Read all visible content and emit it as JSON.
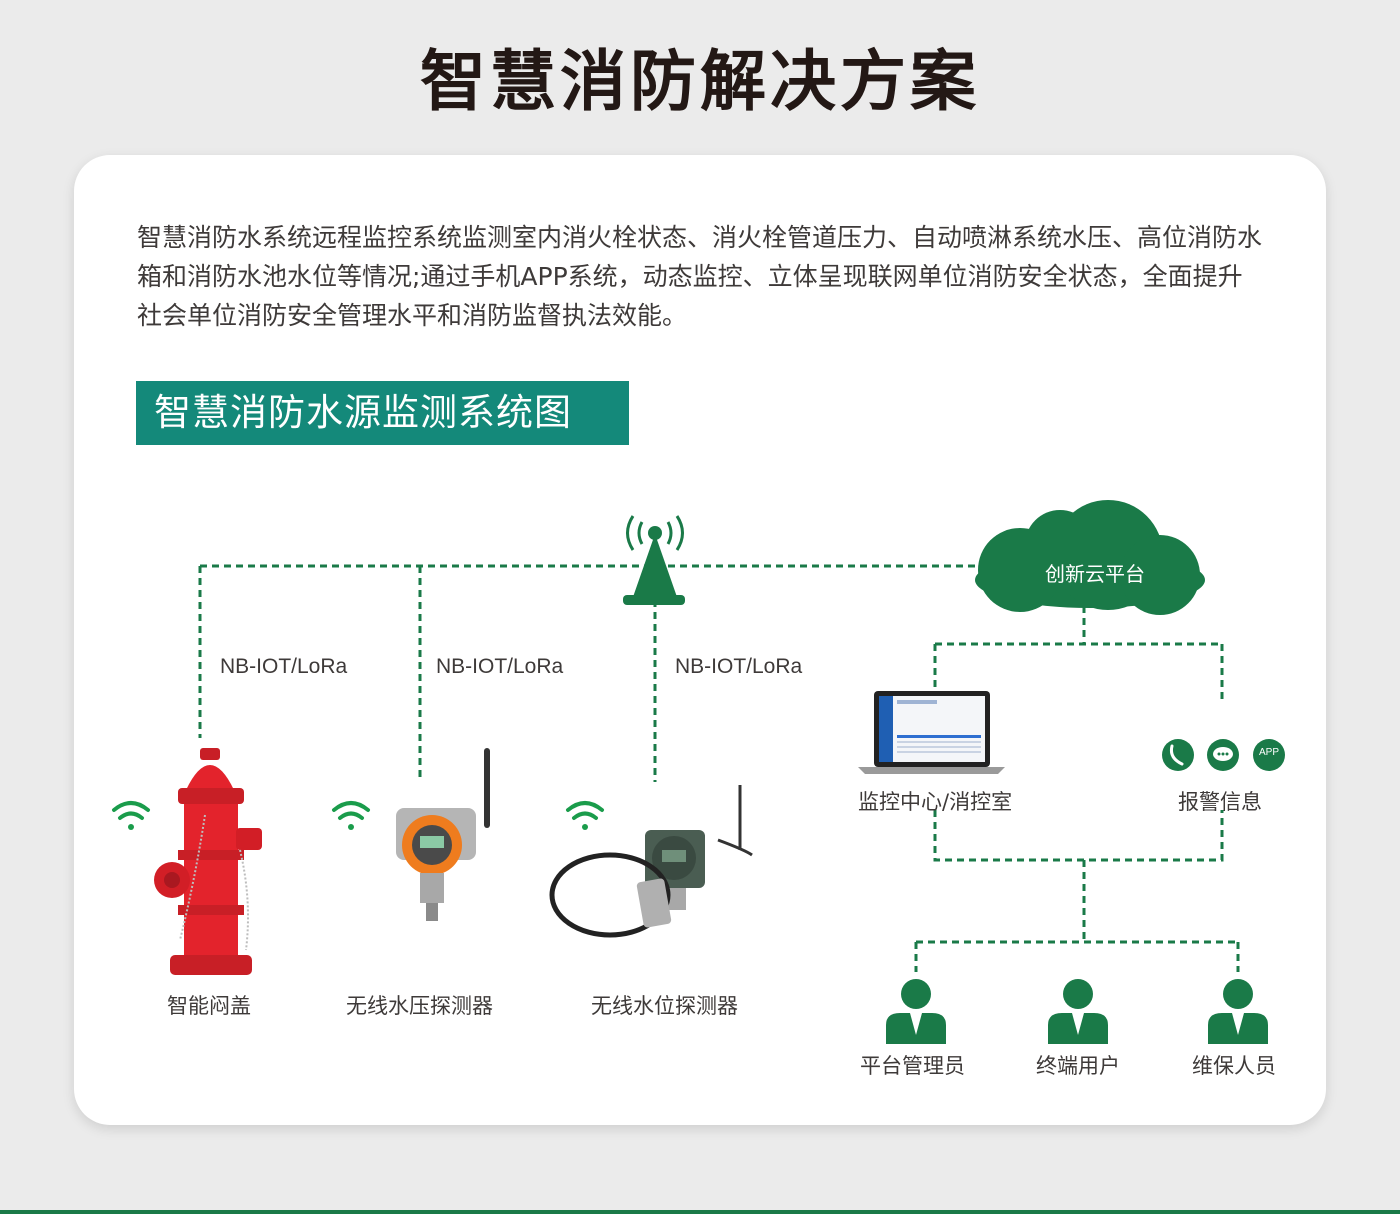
{
  "page": {
    "title": "智慧消防解决方案",
    "intro": "智慧消防水系统远程监控系统监测室内消火栓状态、消火栓管道压力、自动喷淋系统水压、高位消防水箱和消防水池水位等情况;通过手机APP系统，动态监控、立体呈现联网单位消防安全状态，全面提升社会单位消防安全管理水平和消防监督执法效能。",
    "section_title": "智慧消防水源监测系统图"
  },
  "diagram": {
    "links": [
      "NB-IOT/LoRa",
      "NB-IOT/LoRa",
      "NB-IOT/LoRa"
    ],
    "cloud": "创新云平台",
    "devices": [
      {
        "label": "智能闷盖",
        "icon": "fire-hydrant-icon"
      },
      {
        "label": "无线水压探测器",
        "icon": "pressure-sensor-icon"
      },
      {
        "label": "无线水位探测器",
        "icon": "water-level-sensor-icon"
      }
    ],
    "monitor_label": "监控中心/消控室",
    "alarm_label": "报警信息",
    "alarm_icons": [
      "phone-icon",
      "chat-icon",
      "app-icon"
    ],
    "app_badge": "APP",
    "users": [
      {
        "label": "平台管理员",
        "icon": "person-icon"
      },
      {
        "label": "终端用户",
        "icon": "person-icon"
      },
      {
        "label": "维保人员",
        "icon": "person-icon"
      }
    ]
  },
  "colors": {
    "green": "#1a7a48",
    "teal": "#14897a",
    "hydrant_red": "#e3232c",
    "sensor_orange": "#ef7c1e"
  }
}
